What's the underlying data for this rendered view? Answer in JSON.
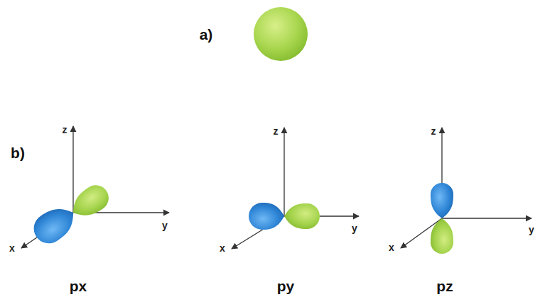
{
  "diagram": {
    "labels": [
      "a)",
      "b)",
      "z",
      "y",
      "x",
      "z",
      "y",
      "x",
      "z",
      "y",
      "x",
      "px",
      "py",
      "pz"
    ]
  }
}
